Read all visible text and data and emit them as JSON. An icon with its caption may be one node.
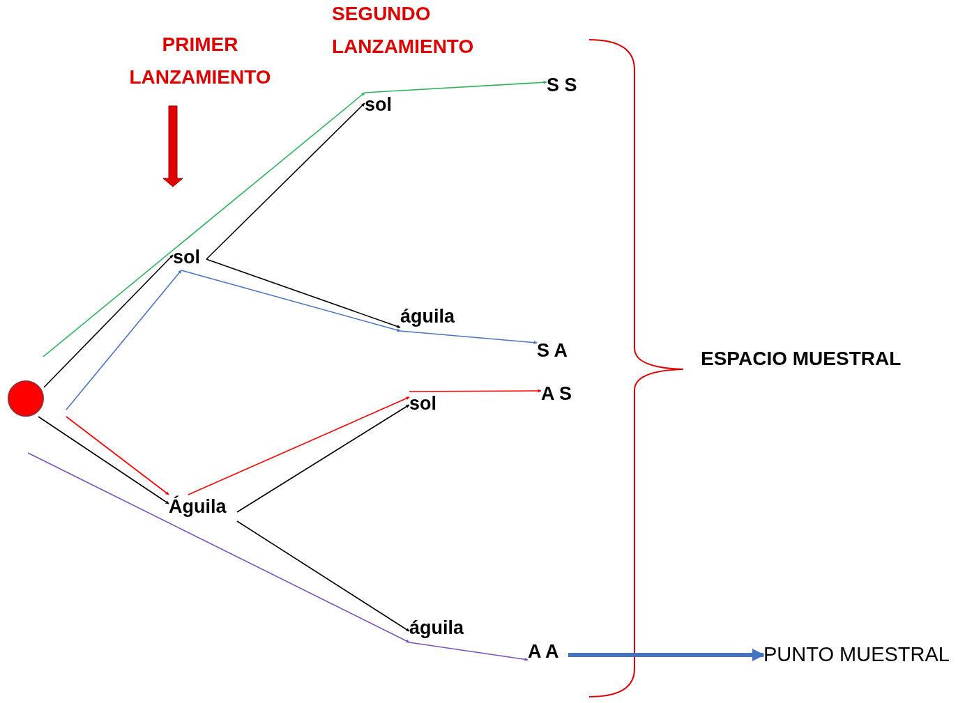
{
  "diagram": {
    "nodes": [
      {
        "text": [],
        "shape": "circle"
      },
      {
        "text": [
          "sol"
        ]
      },
      {
        "text": [
          "Águila"
        ]
      },
      {
        "text": [
          "sol"
        ]
      },
      {
        "text": [
          "águila"
        ]
      },
      {
        "text": [
          "sol"
        ]
      },
      {
        "text": [
          "águila"
        ]
      },
      {
        "text": [
          "S S"
        ]
      },
      {
        "text": [
          "S A"
        ]
      },
      {
        "text": [
          "A S"
        ]
      },
      {
        "text": [
          "A A"
        ]
      },
      {
        "text": [
          "PUNTO MUESTRAL"
        ]
      }
    ],
    "edges": [
      {
        "from": 0,
        "to": 1,
        "arrow": "to"
      },
      {
        "from": 0,
        "to": 2,
        "arrow": "to"
      },
      {
        "from": 1,
        "to": 3,
        "arrow": "to"
      },
      {
        "from": 1,
        "to": 4,
        "arrow": "to"
      },
      {
        "from": 2,
        "to": 5,
        "arrow": "to"
      },
      {
        "from": 2,
        "to": 6,
        "arrow": "to"
      },
      {
        "from": null,
        "to": 3,
        "arrow": "to",
        "color": "#2db35a"
      },
      {
        "from": 3,
        "to": 7,
        "arrow": "to",
        "color": "#2db35a"
      },
      {
        "from": null,
        "to": 1,
        "arrow": "to",
        "color": "#4a72c4"
      },
      {
        "from": 1,
        "to": 4,
        "arrow": "to",
        "color": "#4a72c4"
      },
      {
        "from": 4,
        "to": 8,
        "arrow": "to",
        "color": "#4a72c4"
      },
      {
        "from": null,
        "to": 2,
        "arrow": "to",
        "color": "#ff0000"
      },
      {
        "from": 2,
        "to": 5,
        "arrow": "to",
        "color": "#ff0000"
      },
      {
        "from": 5,
        "to": 9,
        "arrow": "to",
        "color": "#ff0000"
      },
      {
        "from": null,
        "to": 6,
        "arrow": "to",
        "color": "#7a4fc0"
      },
      {
        "from": 6,
        "to": 10,
        "arrow": "to",
        "color": "#7a4fc0"
      },
      {
        "from": 10,
        "to": 11,
        "arrow": "to",
        "style": "thick",
        "color": "#4472c4"
      }
    ],
    "labels": [
      "PRIMER LANZAMIENTO",
      "SEGUNDO LANZAMIENTO",
      "ESPACIO MUESTRAL"
    ]
  }
}
